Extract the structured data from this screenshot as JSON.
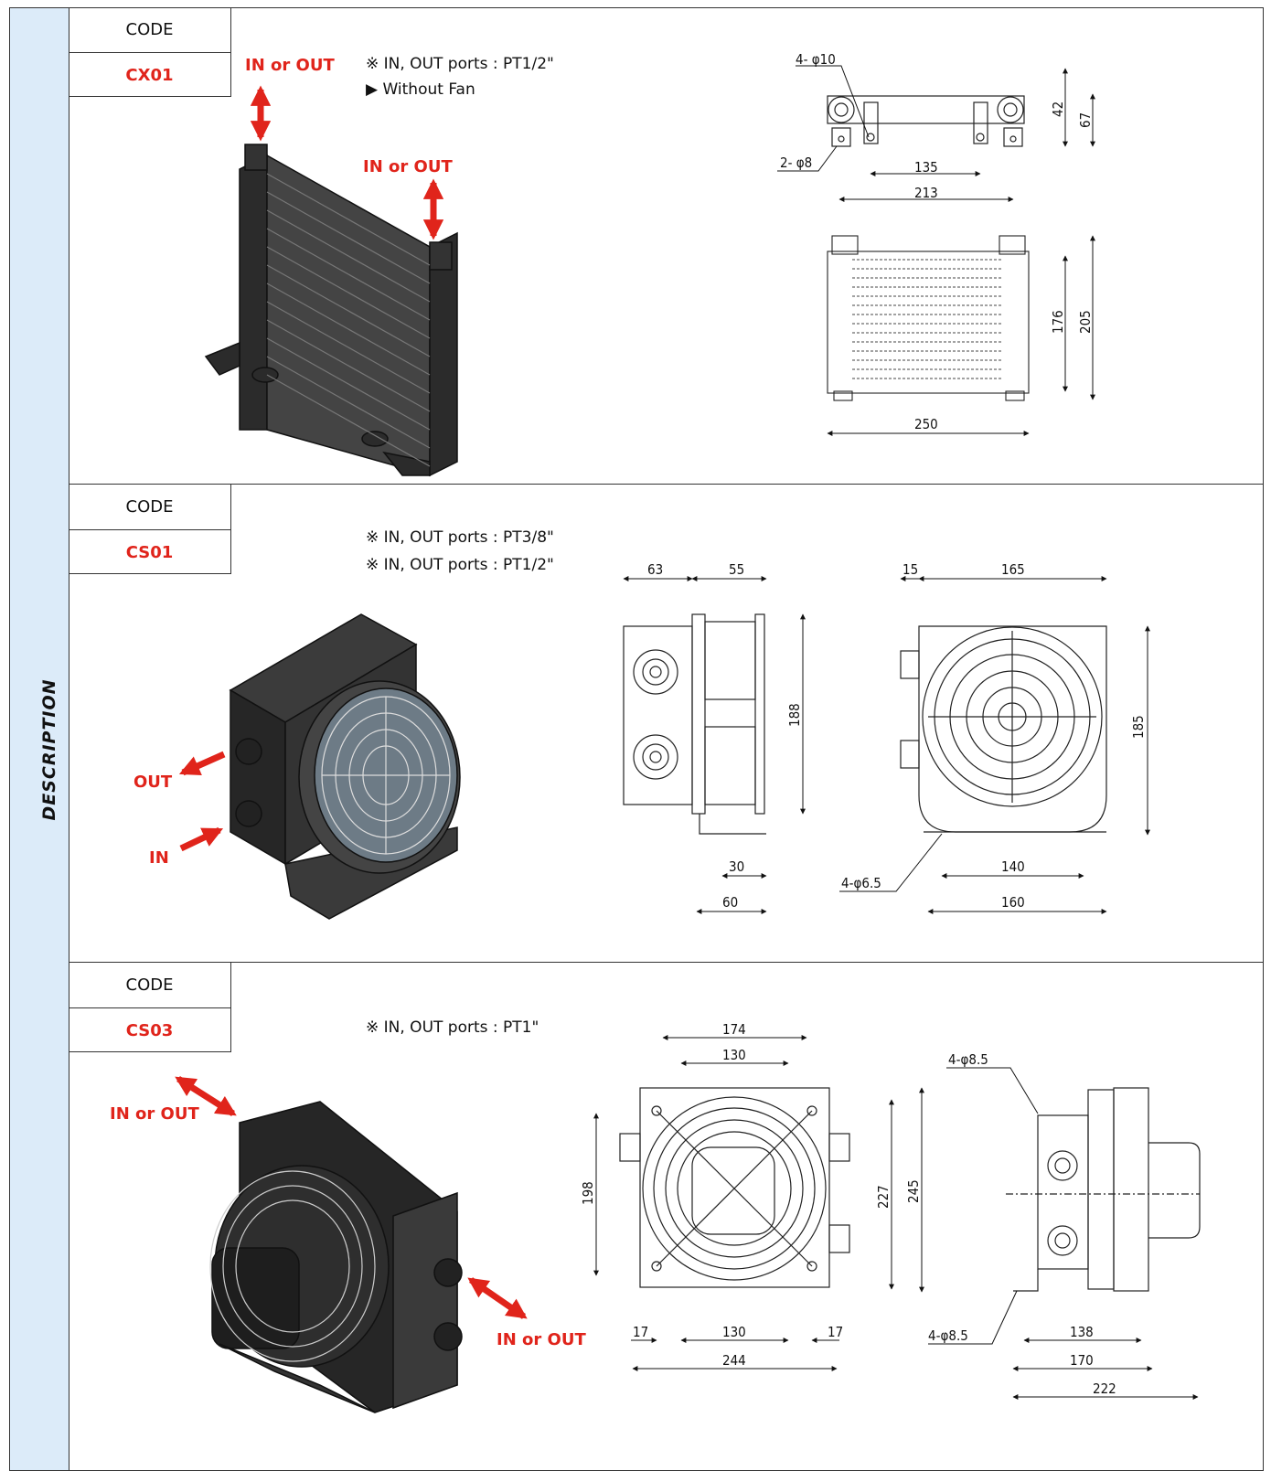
{
  "sidebar": {
    "label": "DESCRIPTION"
  },
  "code_header": "CODE",
  "sections": [
    {
      "code": "CX01",
      "notes": [
        "※ IN, OUT ports : PT1/2\"",
        "▶ Without Fan"
      ],
      "labels": [
        "IN or OUT",
        "IN or OUT"
      ],
      "dims": [
        "4- φ10",
        "2- φ8",
        "135",
        "213",
        "42",
        "67",
        "176",
        "205",
        "250"
      ]
    },
    {
      "code": "CS01",
      "notes": [
        "※ IN, OUT ports : PT3/8\"",
        "※ IN, OUT ports : PT1/2\""
      ],
      "labels": [
        "OUT",
        "IN"
      ],
      "dims": [
        "63",
        "55",
        "188",
        "30",
        "60",
        "15",
        "165",
        "185",
        "4-φ6.5",
        "140",
        "160"
      ]
    },
    {
      "code": "CS03",
      "notes": [
        "※ IN, OUT ports : PT1\""
      ],
      "labels": [
        "IN or OUT",
        "IN or OUT"
      ],
      "dims": [
        "174",
        "130",
        "198",
        "227",
        "245",
        "17",
        "130",
        "17",
        "244",
        "4-φ8.5",
        "4-φ8.5",
        "138",
        "170",
        "222"
      ]
    }
  ],
  "colors": {
    "accent_red": "#e0241b",
    "sidebar_bg": "#dcebf9",
    "line": "#333333"
  }
}
